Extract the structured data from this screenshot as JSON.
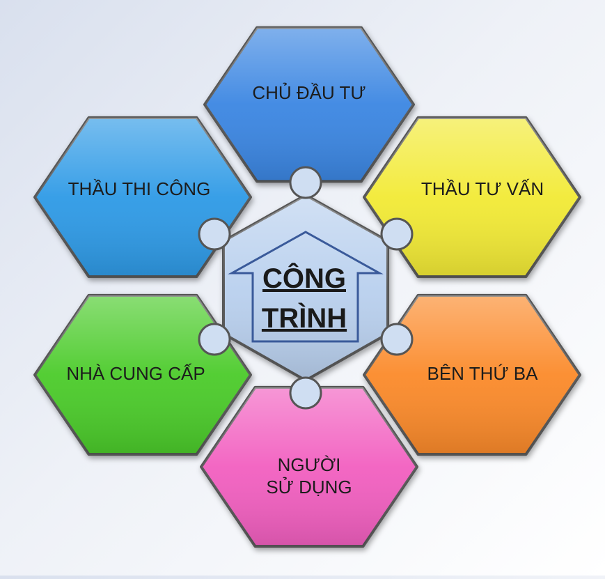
{
  "center": {
    "line1": "CÔNG",
    "line2": "TRÌNH",
    "color": "#b9d0ee"
  },
  "pieces": [
    {
      "id": "chu-dau-tu",
      "lines": [
        "CHỦ ĐẦU TƯ"
      ],
      "color": "#3b86e2"
    },
    {
      "id": "thau-tu-van",
      "lines": [
        "THẦU TƯ VẤN"
      ],
      "color": "#f2ea36"
    },
    {
      "id": "ben-thu-ba",
      "lines": [
        "BÊN THỨ BA"
      ],
      "color": "#fb8a2a"
    },
    {
      "id": "nguoi-su-dung",
      "lines": [
        "NGƯỜI",
        "SỬ DỤNG"
      ],
      "color": "#f25fc0"
    },
    {
      "id": "nha-cung-cap",
      "lines": [
        "NHÀ CUNG CẤP"
      ],
      "color": "#4ccb2b"
    },
    {
      "id": "thau-thi-cong",
      "lines": [
        "THẦU THI CÔNG"
      ],
      "color": "#2e9ae6"
    }
  ]
}
